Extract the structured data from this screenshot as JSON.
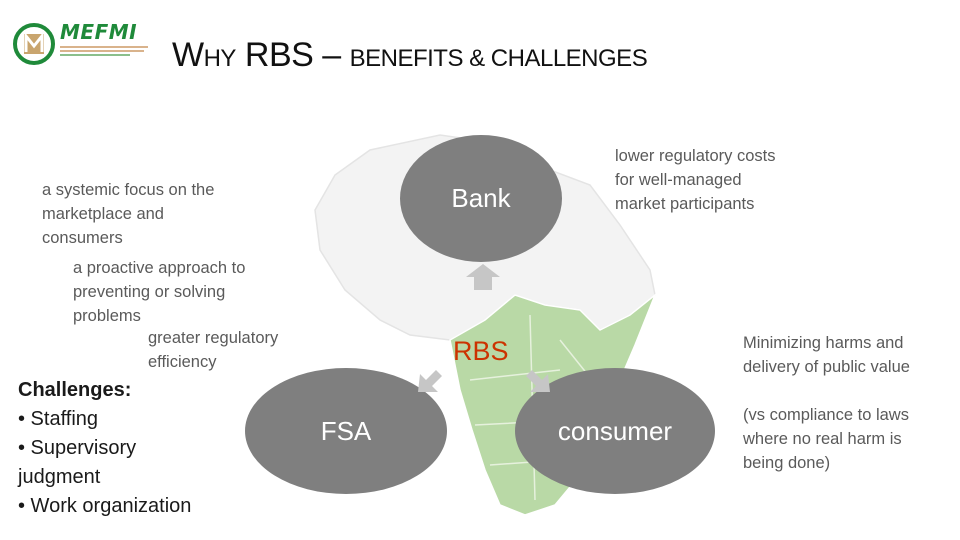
{
  "logo": {
    "name": "MEFMI"
  },
  "title": {
    "first": "W",
    "rest_caps": "HY",
    "mid": " RBS – ",
    "small": "BENEFITS & CHALLENGES"
  },
  "benefits": [
    {
      "lines": [
        "a systemic focus on the",
        "marketplace and",
        "consumers"
      ]
    },
    {
      "lines": [
        "a proactive approach to",
        "preventing or solving",
        "problems"
      ]
    },
    {
      "lines": [
        "greater regulatory",
        "efficiency"
      ]
    }
  ],
  "challenges": {
    "heading": "Challenges:",
    "items": [
      "• Staffing",
      "• Supervisory",
      "judgment",
      "• Work organization"
    ]
  },
  "ovals": {
    "bank": "Bank",
    "fsa": "FSA",
    "consumer": "consumer"
  },
  "center_label": "RBS",
  "right_notes": {
    "bank_note": [
      "lower regulatory costs",
      "for well-managed",
      "market participants"
    ],
    "consumer_note_1": [
      "Minimizing harms and",
      "delivery of public value"
    ],
    "consumer_note_2": [
      "(vs compliance to laws",
      "where no real harm is",
      "being done)"
    ]
  },
  "colors": {
    "oval": "#7f7f7f",
    "rbs": "#cc3300",
    "logo_green": "#1f8a3a",
    "map_green": "#b9d9a6"
  }
}
